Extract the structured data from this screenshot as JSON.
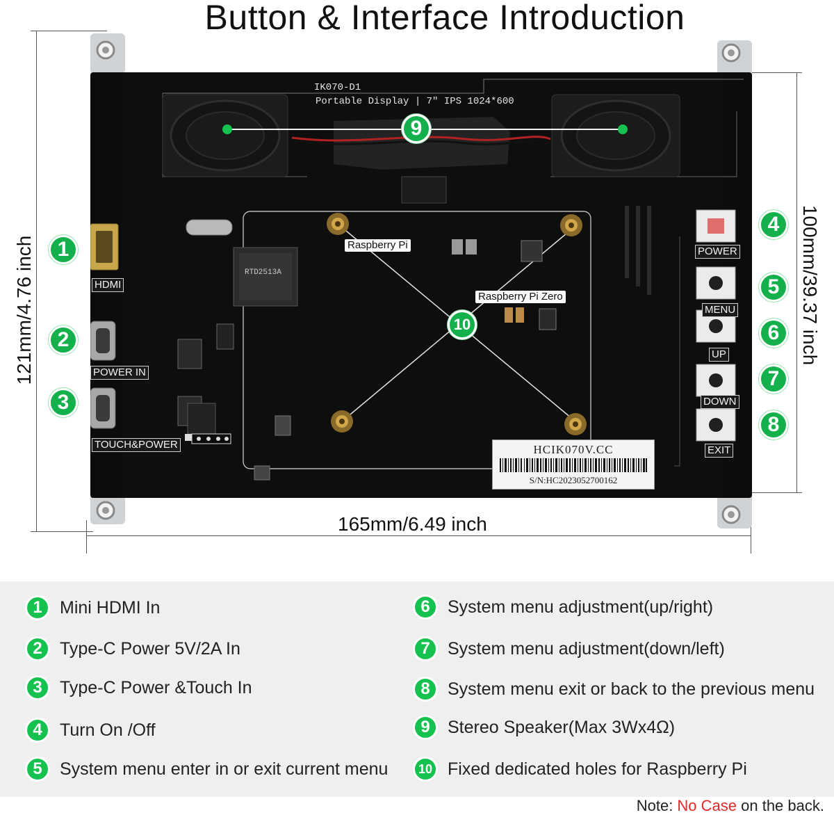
{
  "title": "Button & Interface Introduction",
  "dimensions": {
    "height": "121mm/4.76 inch",
    "width": "165mm/6.49 inch",
    "inner_height": "100mm/39.37 inch"
  },
  "board": {
    "model_line1": "IK070-D1",
    "model_line2": "Portable  Display | 7\" IPS  1024*600",
    "chip": "RTD2513A",
    "ports": {
      "hdmi": "HDMI",
      "power_in": "POWER IN",
      "touch_power": "TOUCH&POWER"
    },
    "buttons": {
      "power": "POWER",
      "menu": "MENU",
      "up": "UP",
      "down": "DOWN",
      "exit": "EXIT"
    },
    "mount_labels": {
      "pi": "Raspberry Pi",
      "pi_zero": "Raspberry Pi Zero"
    },
    "serial_label": {
      "code": "HCIK070V.CC",
      "sn": "S/N:HC2023052700162"
    }
  },
  "callouts": [
    "1",
    "2",
    "3",
    "4",
    "5",
    "6",
    "7",
    "8",
    "9",
    "10"
  ],
  "legend": [
    {
      "num": "1",
      "text": "Mini HDMI In"
    },
    {
      "num": "2",
      "text": "Type-C Power 5V/2A In"
    },
    {
      "num": "3",
      "text": "Type-C Power &Touch In"
    },
    {
      "num": "4",
      "text": "Turn On /Off"
    },
    {
      "num": "5",
      "text": "System menu enter in or exit current menu"
    },
    {
      "num": "6",
      "text": "System menu adjustment(up/right)"
    },
    {
      "num": "7",
      "text": "System menu adjustment(down/left)"
    },
    {
      "num": "8",
      "text": "System menu exit or back to the previous menu"
    },
    {
      "num": "9",
      "text": "Stereo Speaker(Max 3Wx4Ω)"
    },
    {
      "num": "10",
      "text": "Fixed dedicated holes for Raspberry Pi"
    }
  ],
  "note": {
    "prefix": "Note: ",
    "highlight": "No Case",
    "suffix": " on the back."
  },
  "colors": {
    "badge_green": "#13b04b",
    "pcb_black": "#0c0c0c",
    "note_red": "#e12a2a"
  }
}
